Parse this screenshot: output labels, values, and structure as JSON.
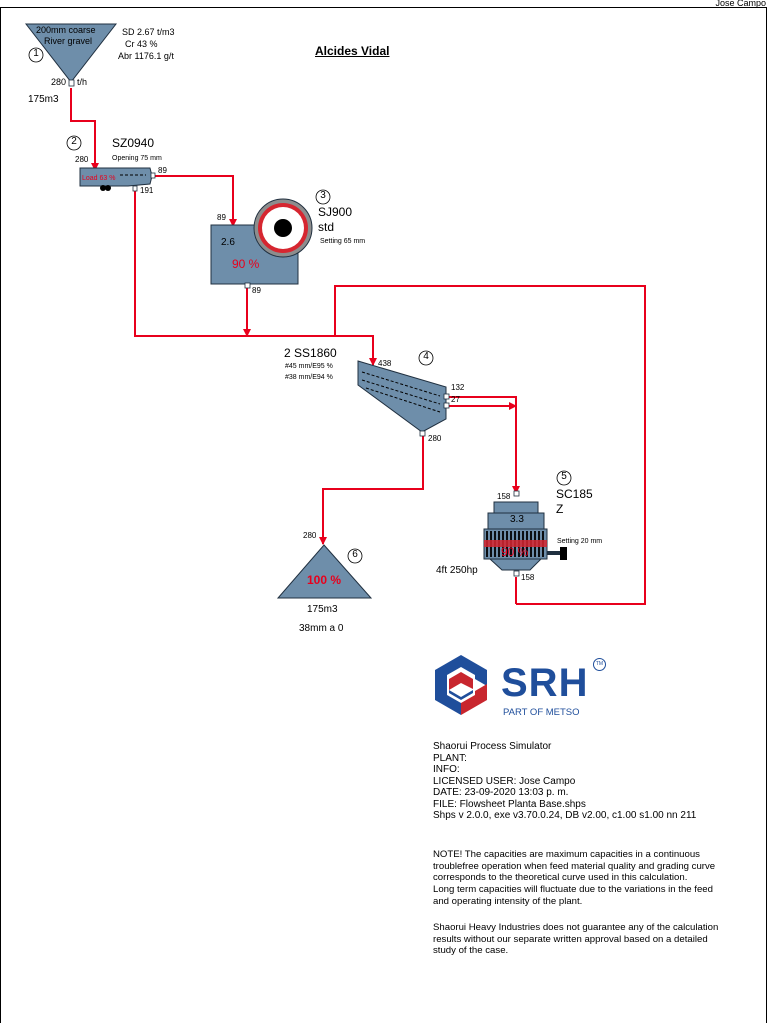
{
  "header": {
    "user": "Jose Campo"
  },
  "title": "Alcides Vidal",
  "feed": {
    "id": "1",
    "name_line1": "200mm coarse",
    "name_line2": "River gravel",
    "props": [
      "SD 2.67 t/m3",
      "Cr 43 %",
      "Abr 1176.1 g/t"
    ],
    "flow": "280",
    "flow_unit": "t/h",
    "volume": "175m3"
  },
  "feeder": {
    "id": "2",
    "model": "SZ0940",
    "opening": "Opening 75 mm",
    "load": "Load 63 %",
    "flow_in": "280",
    "flow_over": "89",
    "flow_under": "191"
  },
  "jaw": {
    "id": "3",
    "model": "SJ900",
    "variant": "std",
    "setting": "Setting 65 mm",
    "value": "2.6",
    "percent": "90 %",
    "flow_in": "89",
    "flow_out": "89"
  },
  "screen": {
    "id": "4",
    "model": "2 SS1860",
    "deck1": "#45 mm/E95 %",
    "deck2": "#38 mm/E94 %",
    "flow_in": "438",
    "flow_over1": "132",
    "flow_over2": "27",
    "flow_under": "280"
  },
  "cone": {
    "id": "5",
    "model": "SC185",
    "variant": "Z",
    "setting": "Setting 20 mm",
    "value": "3.3",
    "percent": "90 %",
    "motor": "4ft 250hp",
    "flow_in": "158",
    "flow_out": "158"
  },
  "product": {
    "id": "6",
    "flow_in": "280",
    "percent": "100 %",
    "volume": "175m3",
    "size": "38mm a 0"
  },
  "logo": {
    "name": "SRH",
    "sub": "PART OF METSO",
    "tm": "TM"
  },
  "info_lines": [
    "Shaorui Process Simulator",
    "PLANT:",
    "INFO:",
    "LICENSED USER: Jose Campo",
    "DATE: 23-09-2020 13:03 p. m.",
    "FILE: Flowsheet Planta  Base.shps",
    "Shps v 2.0.0, exe v3.70.0.24, DB v2.00, c1.00 s1.00 nn 211"
  ],
  "note1_lines": [
    "NOTE! The capacities are maximum capacities in a continuous",
    "troublefree operation when feed material quality and grading curve",
    "corresponds to the theoretical curve used in this calculation.",
    "Long term capacities will fluctuate due to the variations in the feed",
    "and operating intensity of the plant."
  ],
  "note2_lines": [
    "Shaorui Heavy Industries does not guarantee any of the calculation",
    "results without our separate written approval based on a detailed",
    "study of the case."
  ],
  "colors": {
    "flow_line": "#e8001c",
    "equipment": "#6e8eaa",
    "equipment_dark": "#203040",
    "logo_blue": "#1f4e9b",
    "logo_red": "#c8262e"
  }
}
